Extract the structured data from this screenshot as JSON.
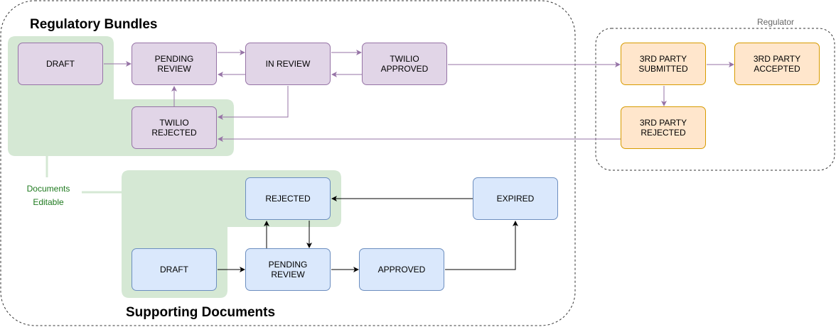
{
  "titles": {
    "regulatory_bundles": "Regulatory Bundles",
    "supporting_documents": "Supporting Documents",
    "regulator": "Regulator"
  },
  "legend": {
    "documents_editable": "Documents\nEditable"
  },
  "colors": {
    "bundle_fill": "#e1d5e7",
    "bundle_stroke": "#9673a6",
    "regulator_fill": "#ffe6cc",
    "regulator_stroke": "#d79b00",
    "document_fill": "#dae8fc",
    "document_stroke": "#6c8ebf",
    "editable_fill": "#d5e8d4"
  },
  "bundle_states": {
    "draft": "DRAFT",
    "pending_review": "PENDING\nREVIEW",
    "in_review": "IN REVIEW",
    "twilio_approved": "TWILIO\nAPPROVED",
    "twilio_rejected": "TWILIO\nREJECTED"
  },
  "regulator_states": {
    "submitted": "3RD PARTY\nSUBMITTED",
    "accepted": "3RD PARTY\nACCEPTED",
    "rejected": "3RD PARTY\nREJECTED"
  },
  "document_states": {
    "draft": "DRAFT",
    "pending_review": "PENDING\nREVIEW",
    "approved": "APPROVED",
    "rejected": "REJECTED",
    "expired": "EXPIRED"
  }
}
